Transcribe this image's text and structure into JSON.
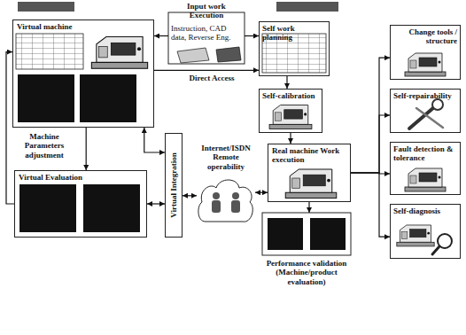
{
  "diagram": {
    "nodes": [
      {
        "text": [
          "Input work Execution",
          "Instruction, CAD data, Reverse Eng."
        ]
      },
      {
        "text": [
          "Virtual machine"
        ]
      },
      {
        "text": [
          "Self work planning"
        ]
      },
      {
        "text": [
          "Change tools / structure"
        ]
      },
      {
        "text": [
          "Self-calibration"
        ]
      },
      {
        "text": [
          "Virtual Integration"
        ]
      },
      {
        "text": [
          "Internet/ISDN Remote operability"
        ]
      },
      {
        "text": [
          "Virtual Evaluation"
        ]
      },
      {
        "text": [
          "Real machine Work execution"
        ]
      },
      {
        "text": [
          "Self-repairability"
        ]
      },
      {
        "text": [
          "Fault detection & tolerance"
        ]
      },
      {
        "text": [
          "Self-diagnosis"
        ]
      },
      {
        "text": [
          "Performance validation (Machine/product evaluation)"
        ]
      }
    ],
    "edges": [
      {
        "from": 0,
        "to": 1,
        "arrow": "to"
      },
      {
        "from": 0,
        "to": 2,
        "arrow": "to"
      },
      {
        "from": 1,
        "to": 2,
        "label": "Direct Access",
        "arrow": "to"
      },
      {
        "from": 2,
        "to": 4,
        "arrow": "to"
      },
      {
        "from": 4,
        "to": 8,
        "arrow": "to"
      },
      {
        "from": 1,
        "to": 7,
        "arrow": "to"
      },
      {
        "from": 7,
        "to": 1,
        "label": "Machine Parameters adjustment",
        "arrow": "to"
      },
      {
        "from": 1,
        "to": 5,
        "arrow": "both"
      },
      {
        "from": 7,
        "to": 5,
        "arrow": "both"
      },
      {
        "from": 5,
        "to": 6,
        "arrow": "both"
      },
      {
        "from": 6,
        "to": 8,
        "arrow": "both"
      },
      {
        "from": 8,
        "to": 12,
        "arrow": "to"
      },
      {
        "from": 8,
        "to": 3,
        "arrow": "to"
      },
      {
        "from": 8,
        "to": 9,
        "arrow": "to"
      },
      {
        "from": 8,
        "to": 10,
        "arrow": "to"
      },
      {
        "from": 8,
        "to": 11,
        "arrow": "to"
      }
    ]
  }
}
